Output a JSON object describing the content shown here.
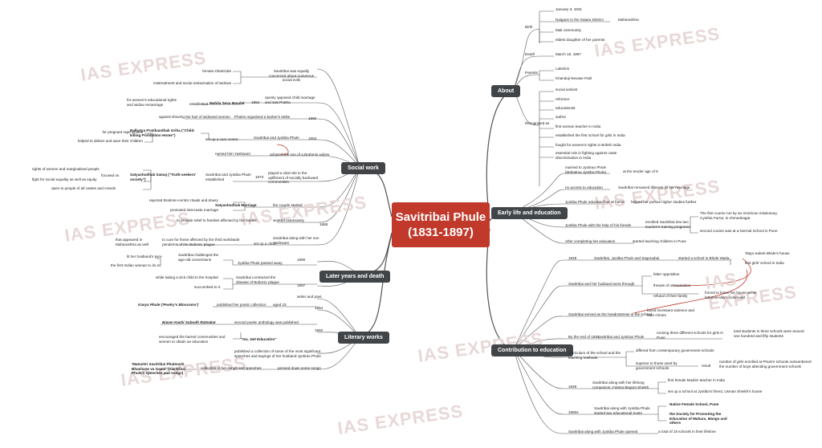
{
  "central": {
    "line1": "Savitribai Phule",
    "line2": "(1831-1897)"
  },
  "watermark": "IAS EXPRESS",
  "branches": {
    "about": "About",
    "early": "Early life and education",
    "contribution": "Contribution to education",
    "social": "Social work",
    "later": "Later years and death",
    "literary": "Literary works"
  },
  "about": {
    "birth": "Birth",
    "birth_date": "January 3, 1831",
    "birth_place": "Naigaon in the Satara District",
    "birth_state": "Maharashtra",
    "birth_community": "Mali community",
    "birth_order": "eldest daughter of her parents",
    "death": "Death",
    "death_date": "March 10, 1897",
    "parents": "Parents",
    "parent1": "Lakshmi",
    "parent2": "Khandoji Nevase Patil",
    "recognised": "Recognised as",
    "roles": [
      "social activist",
      "reformer",
      "educationist",
      "author",
      "first woman teacher in India",
      "established the first school for girls in India",
      "fought for women's rights in British India",
      "essential role in fighting against caste discrimination in India"
    ]
  },
  "early": {
    "married": "married to Jyotirao Phule (Mahatma Jyotiba Phule)",
    "married_age": "at the tender age of 9",
    "no_access": "no access to education",
    "illiterate": "Savitribai remained illiterate till her marriage",
    "educated": "Jyotiba Phule educated her at home",
    "pursue": "helped her pursue higher studies further",
    "help_friends": "Jyotiba Phule with the help of his friends",
    "enrolled": "enrolled Savitribai into two teacher's training programs",
    "first_course": "The first course run by an American missionary, Cynthia Farrar, in Ahmednagar",
    "second_course": "second course was at a Normal School in Pune",
    "after": "After completing her education",
    "started_teaching": "started teaching children in Pune"
  },
  "contribution": {
    "y1848": "1848",
    "c1848a": "Savitribai, Jyotiba Phule and Sagunabai",
    "c1848b": "started a school in Bhide Wada",
    "tatya": "Tatya Saheb Bhide's house",
    "first_girls": "first girls' school in India",
    "went_through": "Savitribai and her husband went through",
    "opposition": "bitter opposition",
    "ostracisation": "threats of ostracisation",
    "refusal": "refusal of their family",
    "forced": "forced to leave her house at her father-in-law's command",
    "headmistress": "Savitribai served as the headmistress of the school",
    "faced": "faced incessant violence and hate crimes",
    "by_end": "By the end of 1851",
    "by_end_who": "Savitribai and Jyotirao Phule",
    "running": "running three different schools for girls in Pune",
    "total_students": "total students in three schools were around one hundred and fifty students",
    "curriculum": "curriculum of the school and the teaching methods",
    "different": "differed from contemporary government schools",
    "superior": "superior to those used by government schools",
    "result": "result",
    "girls_enrolled": "number of girls enrolled at Phule's schools outnumbered the number of boys attending government schools",
    "y1849": "1849",
    "c1849": "Savitribai along with her lifelong companion, Fatima Begum Sheikh",
    "muslim_teacher": "first female Muslim teacher in India",
    "school_usman": "set up a school at Jyotiba's friend, Usman Sheikh's house",
    "y1850s": "1850s",
    "trusts": "Savitribai along with Jyotiba Phule started two educational trusts",
    "native_school": "Native Female School, Pune",
    "society": "the Society for Promoting the Education of Mahars, Mangs and others",
    "opened": "Savitribai along with Jyotiba Phule opened",
    "eighteen": "a total of 18 schools in their lifetime"
  },
  "social": {
    "concerned": "Savitribai was equally concerned about numerous social evils",
    "infanticide": "female infanticide",
    "mistreatment": "mistreatment and social ostracisation of widows",
    "opposed": "openly opposed child marriage and Sati Pratha",
    "y1852": "1852",
    "mahila_pre": "established",
    "mahila": "Mahila Seva Mandal",
    "mahila_for": "for women's educational rights and widow remarriage",
    "y1860": "1860",
    "barbers": "Phules organised a barber's strike",
    "shaving": "against shaving the hair of widowed women",
    "y1863": "1863",
    "sj_phule": "Savitribai and Jyotiba Phule",
    "care_centre": "set up a care centre",
    "balhatya": "Balhatya Pratibandhak Griha (\"Child-killing Prohibition Home\")",
    "pregnant": "for pregnant rape victims",
    "deliver": "helped to deliver and save their children",
    "adopted": "adopted the son of a Brahmin widow",
    "yashwant": "named him Yashwant",
    "y1873": "1873",
    "vital_role": "played a vital role in the upliftment of socially backward communities",
    "sj_established": "Savitribai and Jyotiba Phule established",
    "satyashodhak": "Satyashodhak Samaj (\"Truth-seekers' society\")",
    "focused": "focused on",
    "rights_women": "rights of women and marginalised people",
    "fight_equality": "fight for social equality as well as equity",
    "open_all": "open to people of all castes and creeds",
    "couple_started": "the couple started",
    "marriage": "Satyashodhak Marriage",
    "rejected": "rejected Brahmin-centric rituals and dowry",
    "intercaste": "promoted intercaste marriage",
    "y1888": "1888",
    "worked": "worked extensively",
    "famine": "to provide relief to families affected by the famine",
    "clinic_who": "Savitribai along with her son Yashwant",
    "clinic": "set up a clinic",
    "to_cure": "to cure for those affected by the third worldwide pandemic of the Bubonic plague",
    "maharashtra": "that appeared in Maharashtra as well"
  },
  "later": {
    "y1890": "1890",
    "passed": "Jyotiba Phule passed away",
    "challenged": "Savitribai challenged the age-old conventions",
    "lit_pyre": "lit her husband's pyre",
    "first_woman": "the first Indian woman to do so",
    "y1897": "1897",
    "contracted": "Savitribai contracted the disease of Bubonic plague",
    "sick_child": "while taking a sick child to the hospital",
    "succumbed": "succumbed to it"
  },
  "literary": {
    "writer": "writer and poet",
    "y1854": "1854",
    "aged": "aged 23",
    "published": "published her poetic collection",
    "kavya": "Kavya Phule ('Poetry's Blossoms')",
    "y1892": "1892",
    "second": "second poetic anthology was published",
    "bavan": "Bavan Kashi Subodh Ratnakar",
    "go_get": "\"Go, Get Education\"",
    "encouraged": "encouraged the barred communities and women to obtain an education",
    "collection_speeches": "published a collection of some of the most significant speeches and sayings of her husband Jyotirao Phule",
    "penned": "penned down some songs",
    "songs": "collection of her songs and speeches",
    "matushri": "'Matushri Savitribai Phulenchi Bhashane va Gaani' (Savitribai Phule's speeches and songs)"
  }
}
